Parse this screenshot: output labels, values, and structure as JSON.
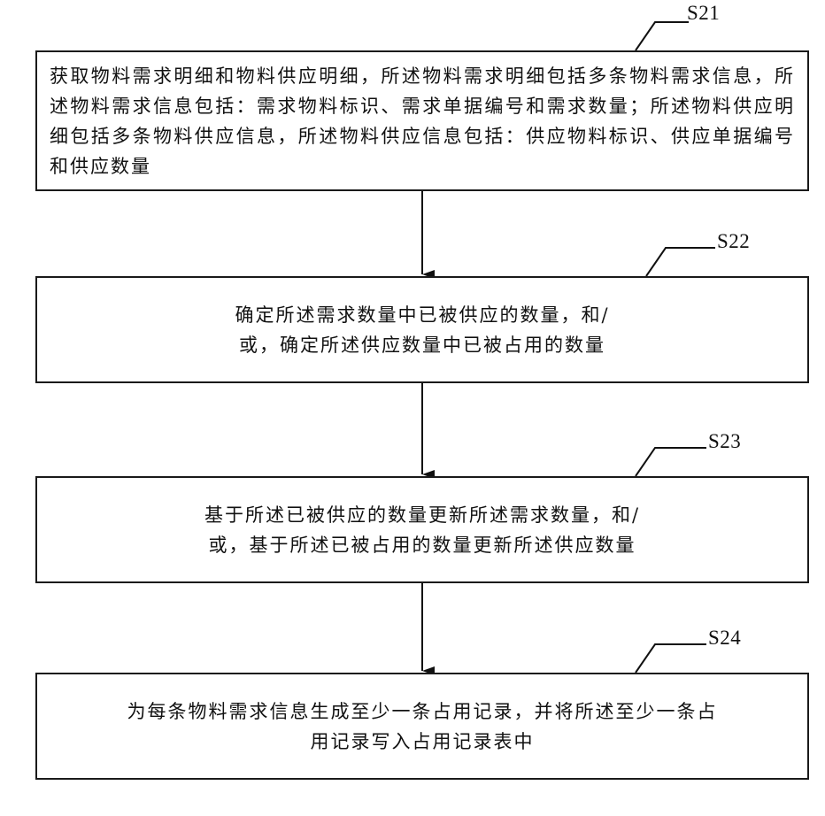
{
  "steps": [
    {
      "id": "S21",
      "text": "获取物料需求明细和物料供应明细，所述物料需求明细包括多条物料需求信息，所述物料需求信息包括：需求物料标识、需求单据编号和需求数量；所述物料供应明细包括多条物料供应信息，所述物料供应信息包括：供应物料标识、供应单据编号和供应数量"
    },
    {
      "id": "S22",
      "line1": "确定所述需求数量中已被供应的数量，和/",
      "line2": "或，确定所述供应数量中已被占用的数量"
    },
    {
      "id": "S23",
      "line1": "基于所述已被供应的数量更新所述需求数量，和/",
      "line2": "或，基于所述已被占用的数量更新所述供应数量"
    },
    {
      "id": "S24",
      "line1": "为每条物料需求信息生成至少一条占用记录，并将所述至少一条占",
      "line2": "用记录写入占用记录表中"
    }
  ]
}
